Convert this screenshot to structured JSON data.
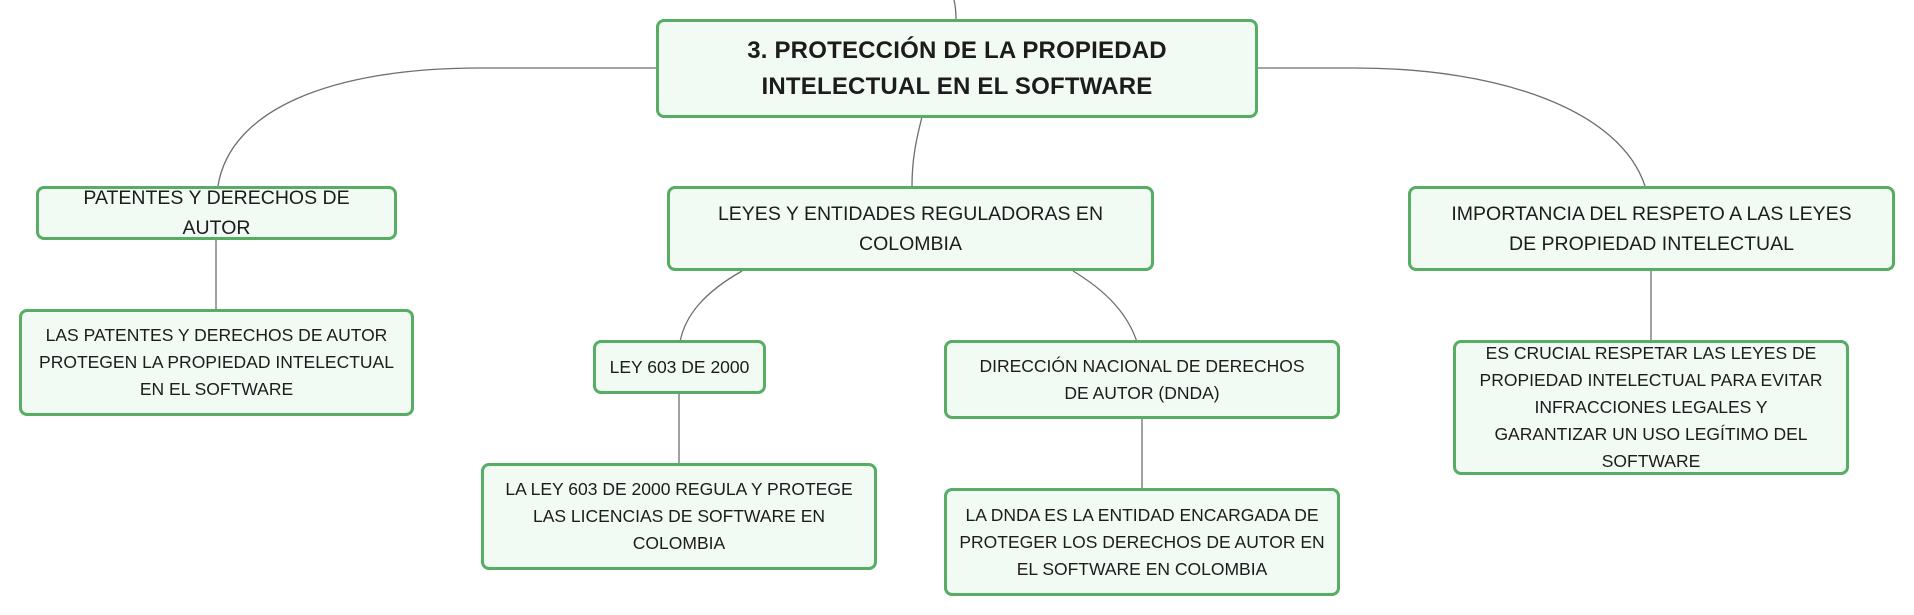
{
  "map": {
    "root": "3. PROTECCIÓN DE LA PROPIEDAD INTELECTUAL EN EL SOFTWARE",
    "patents": {
      "title": "PATENTES Y DERECHOS DE AUTOR",
      "detail": "LAS PATENTES Y DERECHOS DE AUTOR PROTEGEN LA PROPIEDAD INTELECTUAL EN EL SOFTWARE"
    },
    "laws": {
      "title": "LEYES Y ENTIDADES REGULADORAS EN COLOMBIA",
      "law603": {
        "title": "LEY 603 DE 2000",
        "detail": "LA LEY 603 DE 2000 REGULA Y PROTEGE LAS LICENCIAS DE SOFTWARE EN COLOMBIA"
      },
      "dnda": {
        "title": "DIRECCIÓN NACIONAL DE DERECHOS DE AUTOR (DNDA)",
        "detail": "LA DNDA ES LA ENTIDAD ENCARGADA DE PROTEGER LOS DERECHOS DE AUTOR EN EL SOFTWARE EN COLOMBIA"
      }
    },
    "importance": {
      "title": "IMPORTANCIA DEL RESPETO A LAS LEYES DE PROPIEDAD INTELECTUAL",
      "detail": "ES CRUCIAL RESPETAR LAS LEYES DE PROPIEDAD INTELECTUAL PARA EVITAR INFRACCIONES LEGALES Y GARANTIZAR UN USO LEGÍTIMO DEL SOFTWARE"
    }
  },
  "colors": {
    "node_border": "#56ad63",
    "node_fill": "#f1faf3",
    "connector": "#6e6e6e",
    "text": "#1c1c1c"
  }
}
